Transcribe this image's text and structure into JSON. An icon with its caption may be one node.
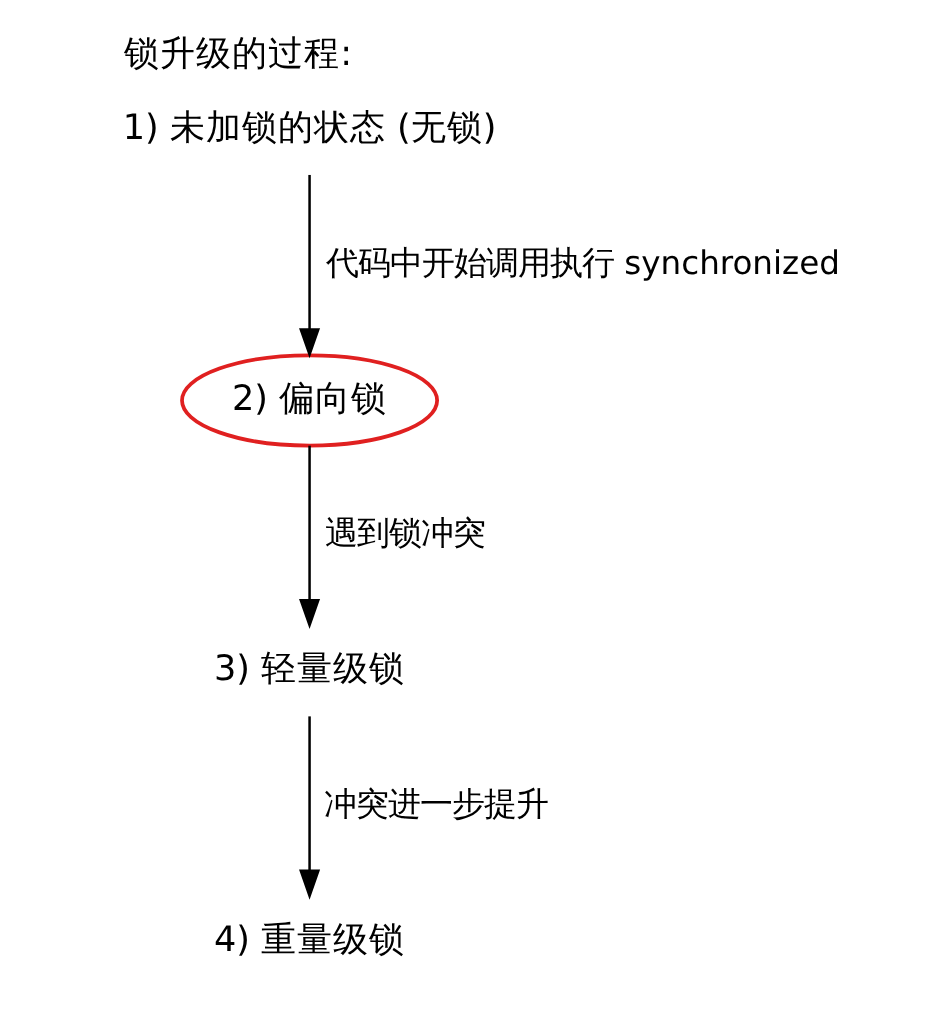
{
  "diagram": {
    "title": "锁升级的过程:",
    "nodes": [
      {
        "text": [
          "1) 未加锁的状态 (无锁)"
        ]
      },
      {
        "text": [
          "2) 偏向锁"
        ]
      },
      {
        "text": [
          "3) 轻量级锁"
        ]
      },
      {
        "text": [
          "4) 重量级锁"
        ]
      }
    ],
    "edges": [
      {
        "from": 0,
        "to": 1,
        "arrow": "to",
        "label": "代码中开始调用执行 synchronized"
      },
      {
        "from": 1,
        "to": 2,
        "arrow": "to",
        "label": "遇到锁冲突"
      },
      {
        "from": 2,
        "to": 3,
        "arrow": "to",
        "label": "冲突进一步提升"
      }
    ]
  }
}
